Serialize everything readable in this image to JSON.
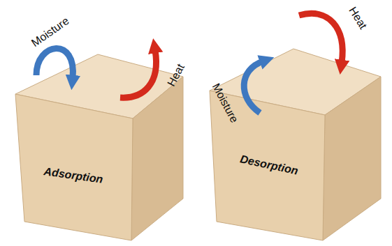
{
  "diagram": {
    "nodes": [
      {
        "text": [
          "Adsorption"
        ]
      },
      {
        "text": [
          "Desorption"
        ]
      }
    ],
    "labels": [
      "Moisture",
      "Heat",
      "Heat",
      "Moisture"
    ]
  }
}
